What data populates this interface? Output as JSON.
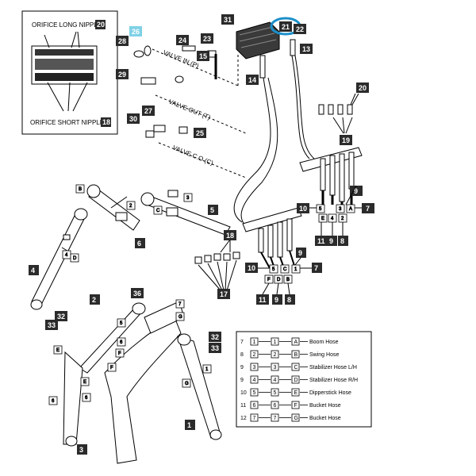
{
  "inset": {
    "top_label": "ORIFICE LONG NIPPLE",
    "top_num": "20",
    "bottom_label": "ORIFICE SHORT NIPPLE",
    "bottom_num": "18"
  },
  "valve_labels": {
    "in": "VALVE IN (P)",
    "out": "VALVE OUT (T)",
    "cd": "VALVE C.O (C)"
  },
  "callouts": {
    "c31": "31",
    "c21": "21",
    "c22": "22",
    "c13": "13",
    "c23": "23",
    "c15": "15",
    "c14": "14",
    "c26": "26",
    "c28": "28",
    "c24": "24",
    "c29": "29",
    "c30": "30",
    "c27": "27",
    "c25": "25",
    "c20": "20",
    "c19": "19",
    "c9a": "9",
    "c10a": "10",
    "c7a": "7",
    "c11a": "11",
    "c9b": "9",
    "c8a": "8",
    "c5": "5",
    "c6": "6",
    "c18": "18",
    "c17": "17",
    "c10b": "10",
    "c9c": "9",
    "c7b": "7",
    "c11b": "11",
    "c9d": "9",
    "c8b": "8",
    "c4": "4",
    "c2": "2",
    "c36": "36",
    "c32a": "32",
    "c33a": "33",
    "c3": "3",
    "c32b": "32",
    "c33b": "33",
    "c1": "1"
  },
  "hose_letters": {
    "B1": "B",
    "num3a": "3",
    "C1": "C",
    "num2a": "2",
    "num4a": "4",
    "D1": "D",
    "E1": "E",
    "num5a": "5",
    "num6a": "6",
    "F1": "F",
    "num7a": "7",
    "G1": "G",
    "num1a": "1",
    "num6b": "6",
    "num6c": "6",
    "E2": "E",
    "r1_5": "5",
    "r1_3": "3",
    "r1_A": "A",
    "r1_E": "E",
    "r1_4": "4",
    "r1_2": "2",
    "r2_5": "5",
    "r2_C": "C",
    "r2_1": "1",
    "r2_F": "F",
    "r2_D": "D",
    "r2_B": "B",
    "num1b": "1",
    "num7b": "7"
  },
  "legend": {
    "rows": [
      {
        "num": "7",
        "a": "1",
        "b": "1",
        "c": "A",
        "text": "Boom Hose"
      },
      {
        "num": "8",
        "a": "2",
        "b": "2",
        "c": "B",
        "text": "Swing Hose"
      },
      {
        "num": "9",
        "a": "3",
        "b": "3",
        "c": "C",
        "text": "Stabilizer Hose L/H"
      },
      {
        "num": "9",
        "a": "4",
        "b": "4",
        "c": "D",
        "text": "Stabilizer Hose R/H"
      },
      {
        "num": "10",
        "a": "5",
        "b": "5",
        "c": "E",
        "text": "Dipperstick Hose"
      },
      {
        "num": "11",
        "a": "6",
        "b": "6",
        "c": "F",
        "text": "Bucket Hose"
      },
      {
        "num": "12",
        "a": "7",
        "b": "7",
        "c": "G",
        "text": "Bucket Hose"
      }
    ]
  },
  "colors": {
    "callout_bg": "#2b2b2b",
    "callout_highlight": "#7fd1e6",
    "highlight_ring": "#1b8fc9"
  }
}
